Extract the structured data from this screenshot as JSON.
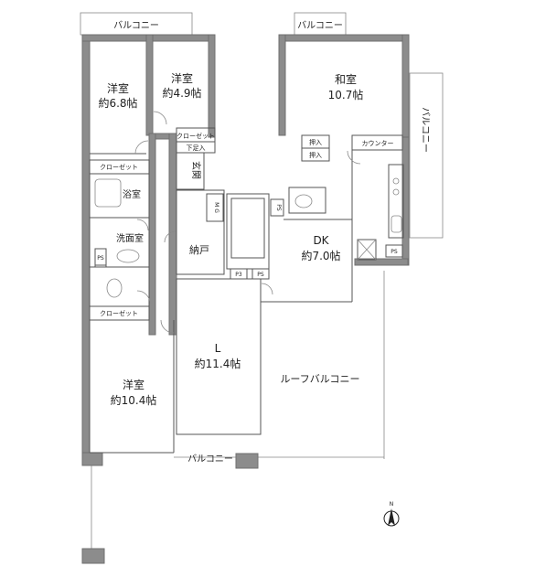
{
  "rooms": {
    "western1": {
      "name": "洋室",
      "size": "約6.8帖"
    },
    "western2": {
      "name": "洋室",
      "size": "約4.9帖"
    },
    "japanese": {
      "name": "和室",
      "size": "10.7帖"
    },
    "western3": {
      "name": "洋室",
      "size": "約10.4帖"
    },
    "living": {
      "name": "L",
      "size": "約11.4帖"
    },
    "dk": {
      "name": "DK",
      "size": "約7.0帖"
    },
    "storage": {
      "name": "納戸"
    },
    "bath": {
      "name": "浴室"
    },
    "washroom": {
      "name": "洗面室"
    },
    "entrance": {
      "name": "玄関"
    },
    "roof_balcony": {
      "name": "ルーフバルコニー"
    }
  },
  "balconies": {
    "top_left": "バルコニー",
    "top_right": "バルコニー",
    "right": "バルコニー",
    "bottom": "バルコニー"
  },
  "fixtures": {
    "closet_upper": "クローゼット",
    "closet_lower": "クローゼット",
    "closet_w2": "クローゼット",
    "shoe_box": "下足入",
    "oshiire1": "押入",
    "oshiire2": "押入",
    "counter": "カウンター",
    "mg": "M G",
    "ps_wash": "PS",
    "ps_center": "PS",
    "ps_kitchen": "PS",
    "p3": "P3",
    "ps_bottom": "PS"
  },
  "compass": {
    "label": "N"
  }
}
